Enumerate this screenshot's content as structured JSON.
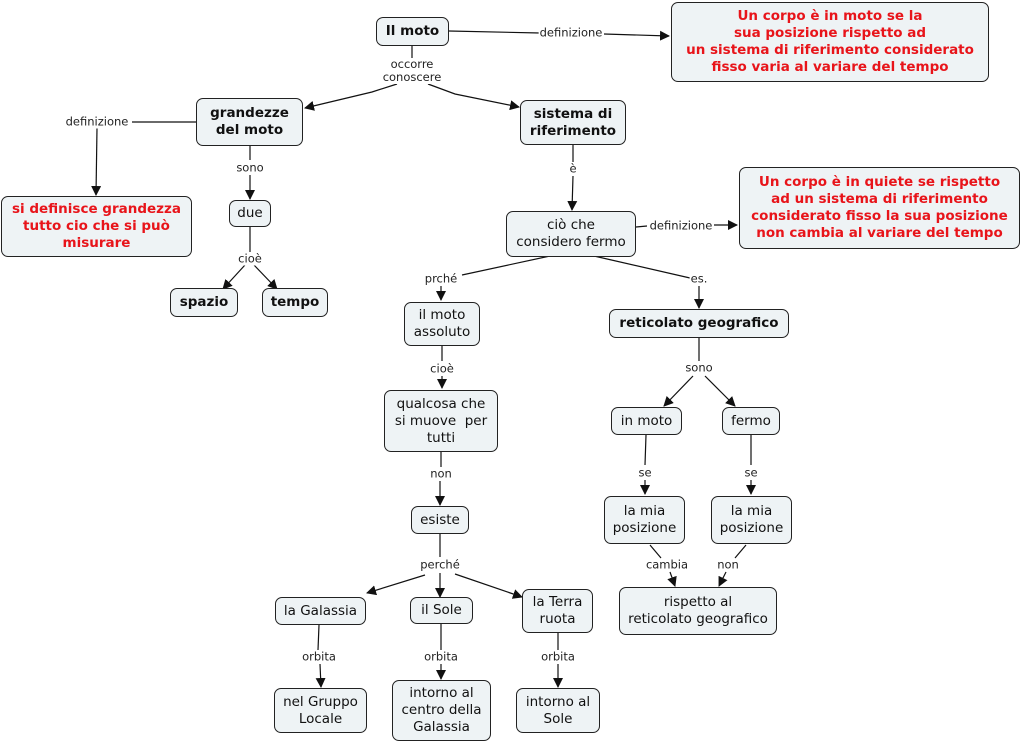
{
  "title": "Il moto",
  "colors": {
    "node_fill": "#eef3f5",
    "node_border": "#222222",
    "definition_text": "#e8141a",
    "link": "#111111"
  },
  "nodes": {
    "il_moto": "Il moto",
    "def_moto": "Un corpo è in moto se la\nsua posizione rispetto ad\nun sistema di riferimento considerato\nfisso varia al variare del tempo",
    "grandezze": "grandezze\ndel moto",
    "sistema": "sistema di\nriferimento",
    "def_grandezza": "si definisce grandezza\ntutto cio che si può\nmisurare",
    "due": "due",
    "spazio": "spazio",
    "tempo": "tempo",
    "cio_che": "ciò che\nconsidero fermo",
    "def_quiete": "Un corpo è in quiete se rispetto\nad un sistema di riferimento\nconsiderato fisso la sua posizione\nnon cambia al variare del tempo",
    "moto_assoluto": "il moto\nassoluto",
    "reticolato": "reticolato geografico",
    "qualcosa": "qualcosa che\nsi muove  per\ntutti",
    "in_moto": "in moto",
    "fermo": "fermo",
    "esiste": "esiste",
    "mia_pos_1": "la mia\nposizione",
    "mia_pos_2": "la mia\nposizione",
    "rispetto_ret": "rispetto al\nreticolato geografico",
    "galassia": "la Galassia",
    "sole": "il Sole",
    "terra": "la Terra\nruota",
    "gruppo_locale": "nel Gruppo\nLocale",
    "centro_galassia": "intorno al\ncentro della\nGalassia",
    "intorno_sole": "intorno al\nSole"
  },
  "link_labels": {
    "definizione_1": "definizione",
    "occorre": "occorre\nconoscere",
    "definizione_2": "definizione",
    "sono_1": "sono",
    "e": "è",
    "cioe_1": "cioè",
    "definizione_3": "definizione",
    "prche": "prché",
    "es": "es.",
    "cioe_2": "cioè",
    "sono_2": "sono",
    "non_1": "non",
    "se_1": "se",
    "se_2": "se",
    "perche": "perché",
    "cambia": "cambia",
    "non_2": "non",
    "orbita_1": "orbita",
    "orbita_2": "orbita",
    "orbita_3": "orbita"
  }
}
